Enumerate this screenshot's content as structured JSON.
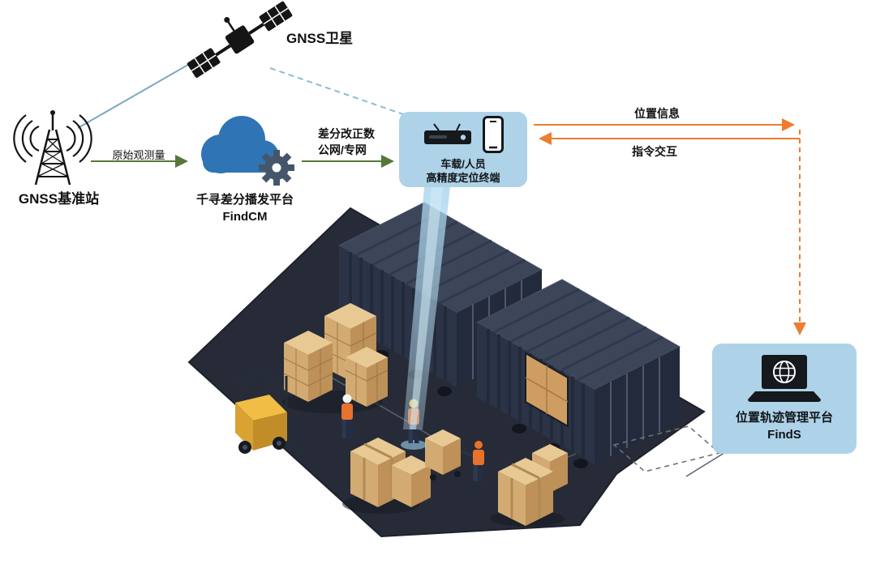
{
  "labels": {
    "satellite": "GNSS卫星",
    "base_station": "GNSS基准站",
    "raw_observation": "原始观测量",
    "cloud_platform_line1": "千寻差分播发平台",
    "cloud_platform_line2": "FindCM",
    "diff_correction_line1": "差分改正数",
    "diff_correction_line2": "公网/专网",
    "terminal_line1": "车载/人员",
    "terminal_line2": "高精度定位终端",
    "position_info": "位置信息",
    "command_interaction": "指令交互",
    "mgmt_platform_line1": "位置轨迹管理平台",
    "mgmt_platform_line2": "FindS"
  },
  "icons": {
    "satellite": "satellite-icon",
    "base_station": "base-station-icon",
    "cloud_gear": "cloud-gear-icon",
    "receiver": "receiver-icon",
    "smartphone": "smartphone-icon",
    "laptop_globe": "laptop-globe-icon"
  },
  "colors": {
    "panel_fill": "#aed3e8",
    "green_arrow": "#55783a",
    "orange_arrow": "#ed7d31",
    "satellite_link_dashed": "#88bcd8",
    "base_station_link": "#79a8bd",
    "cloud_blue": "#2f74b5",
    "gear_slate": "#45566a",
    "platform_dark": "#262b37",
    "container_navy": "#2b3347",
    "carton_tan": "#d3ab72",
    "forklift_yellow": "#f2bd45",
    "beam_blue": "#a8d4ec"
  }
}
